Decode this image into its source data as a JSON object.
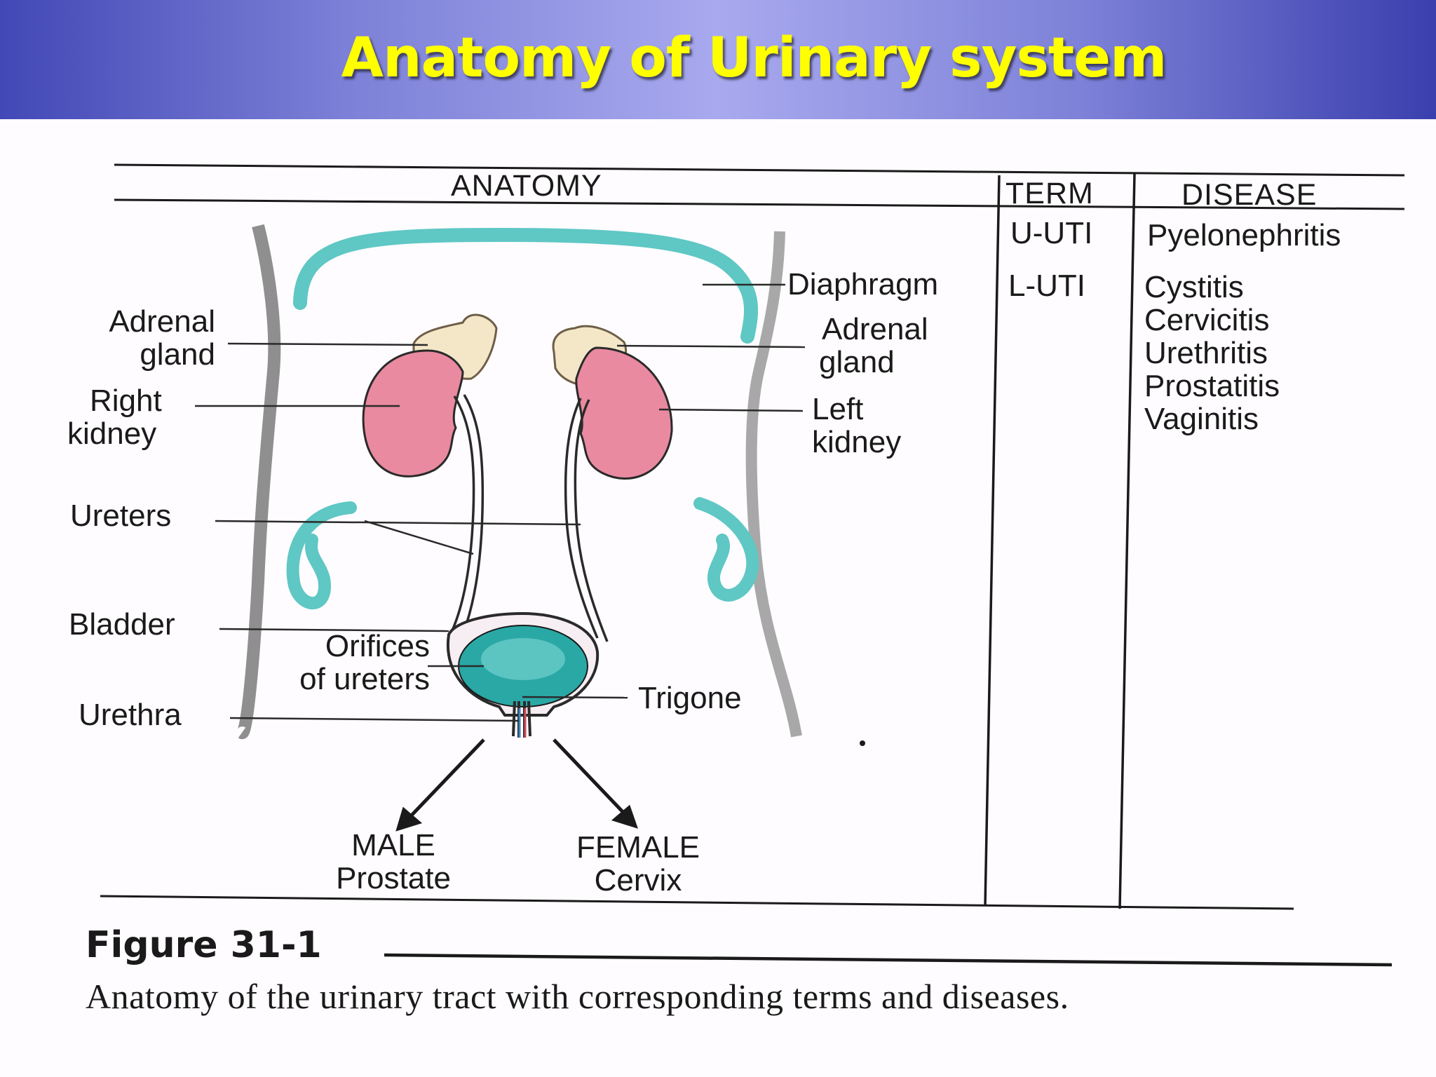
{
  "slide": {
    "title": "Anatomy of Urinary system"
  },
  "table": {
    "col_headers": {
      "anatomy": "ANATOMY",
      "term": "TERM",
      "disease": "DISEASE"
    },
    "rows": [
      {
        "term": "U-UTI",
        "disease": [
          "Pyelonephritis"
        ]
      },
      {
        "term": "L-UTI",
        "disease": [
          "Cystitis",
          "Cervicitis",
          "Urethritis",
          "Prostatitis",
          "Vaginitis"
        ]
      }
    ]
  },
  "labels": {
    "adrenal_gland_left_side": [
      "Adrenal",
      "gland"
    ],
    "right_kidney": [
      "Right",
      "kidney"
    ],
    "ureters": "Ureters",
    "bladder": "Bladder",
    "orifices_of_ureters": [
      "Orifices",
      "of ureters"
    ],
    "urethra": "Urethra",
    "diaphragm": "Diaphragm",
    "adrenal_gland_right_side": [
      "Adrenal",
      "gland"
    ],
    "left_kidney": [
      "Left",
      "kidney"
    ],
    "trigone": "Trigone",
    "male": [
      "MALE",
      "Prostate"
    ],
    "female": [
      "FEMALE",
      "Cervix"
    ]
  },
  "caption": {
    "figure": "Figure 31-1",
    "text": "Anatomy of the urinary tract with corresponding terms and diseases."
  },
  "colors": {
    "header_gradient_mid": "#a8a9ee",
    "title": "#ffff00",
    "kidney": "#e98aa0",
    "adrenal": "#f3e7c8",
    "diaphragm": "#5fc7c4",
    "bladder": "#2aa8a6"
  }
}
